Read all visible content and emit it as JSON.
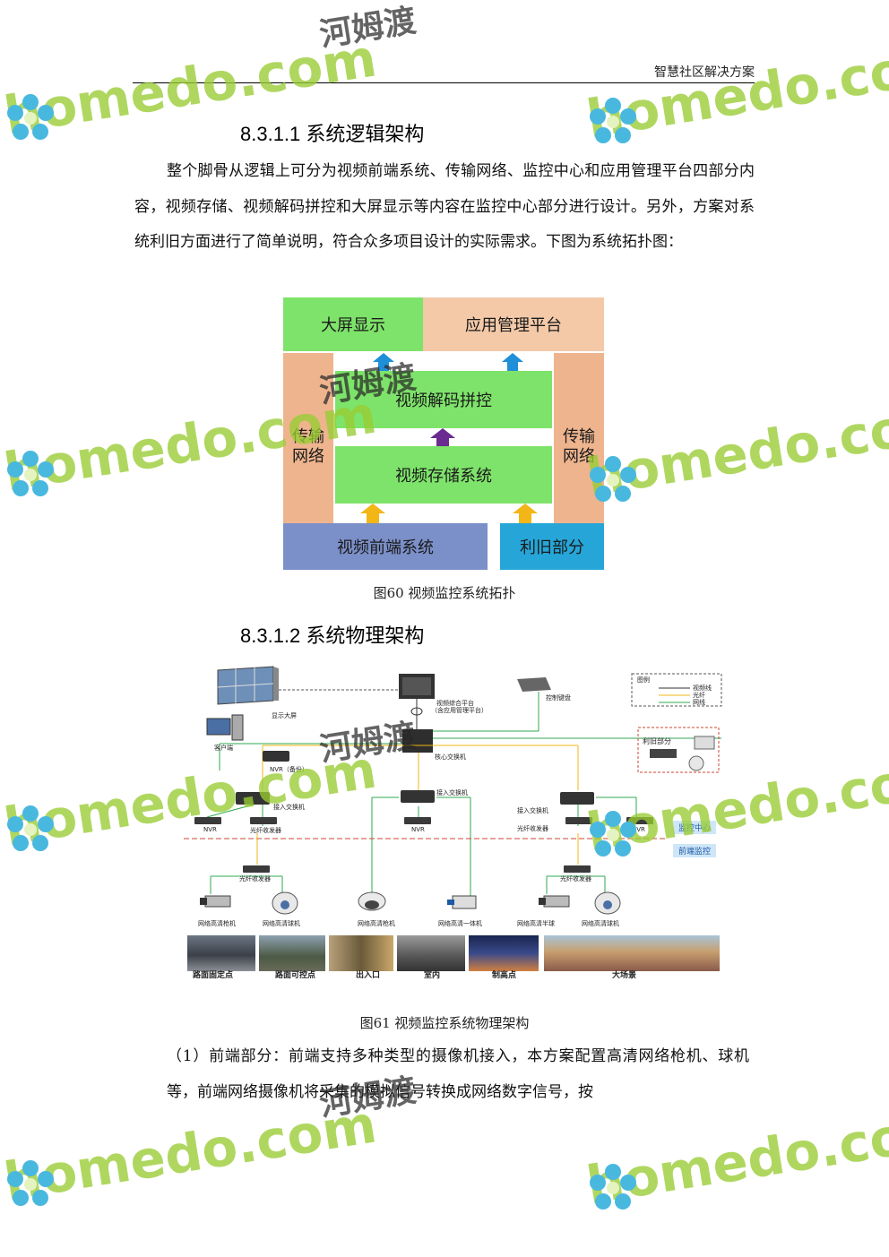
{
  "header": {
    "title": "智慧社区解决方案"
  },
  "section1": {
    "heading": "8.3.1.1 系统逻辑架构",
    "paragraph": "整个脚骨从逻辑上可分为视频前端系统、传输网络、监控中心和应用管理平台四部分内容，视频存储、视频解码拼控和大屏显示等内容在监控中心部分进行设计。另外，方案对系统利旧方面进行了简单说明，符合众多项目设计的实际需求。下图为系统拓扑图：",
    "caption": "图60 视频监控系统拓扑"
  },
  "logic_diagram": {
    "big_screen": "大屏显示",
    "app_platform": "应用管理平台",
    "decode": "视频解码拼控",
    "storage": "视频存储系统",
    "transmit_left": "传输网络",
    "transmit_right": "传输网络",
    "frontend": "视频前端系统",
    "legacy": "利旧部分",
    "colors": {
      "green": "#7ee36a",
      "peach": "#f3c9a8",
      "side": "#eeb48e",
      "blue": "#7b8fc8",
      "teal": "#26a6d8",
      "arrow_blue": "#1f8fd8",
      "arrow_purple": "#6a2c91",
      "arrow_yellow": "#f2b617"
    }
  },
  "section2": {
    "heading": "8.3.1.2 系统物理架构",
    "caption": "图61 视频监控系统物理架构"
  },
  "physical_diagram": {
    "display_wall": "显示大屏",
    "platform": "视频综合平台",
    "platform_sub": "（含应用管理平台）",
    "keyboard": "控制键盘",
    "legend_title": "图例",
    "legend_items": [
      "视频线",
      "光纤",
      "网线"
    ],
    "client": "客户端",
    "legacy": "利旧部分",
    "core_switch": "核心交换机",
    "nvr_backup": "NVR（备份）",
    "access_switch": "接入交换机",
    "nvr": "NVR",
    "fiber_transceiver": "光纤收发器",
    "monitor_center": "监控中心",
    "frontend_monitor": "前端监控",
    "cameras": [
      "网络高清枪机",
      "网络高清球机",
      "网络高清枪机",
      "网络高清一体机",
      "网络高清半球",
      "网络高清球机"
    ],
    "scenes": [
      "路面固定点",
      "路面可控点",
      "出入口",
      "室内",
      "制高点",
      "大场景"
    ]
  },
  "section3": {
    "paragraph": "（1）前端部分：前端支持多种类型的摄像机接入，本方案配置高清网络枪机、球机等，前端网络摄像机将采集的模拟信号转换成网络数字信号，按"
  },
  "watermark": {
    "text": "homedo.com",
    "cn": "河姆渡"
  }
}
